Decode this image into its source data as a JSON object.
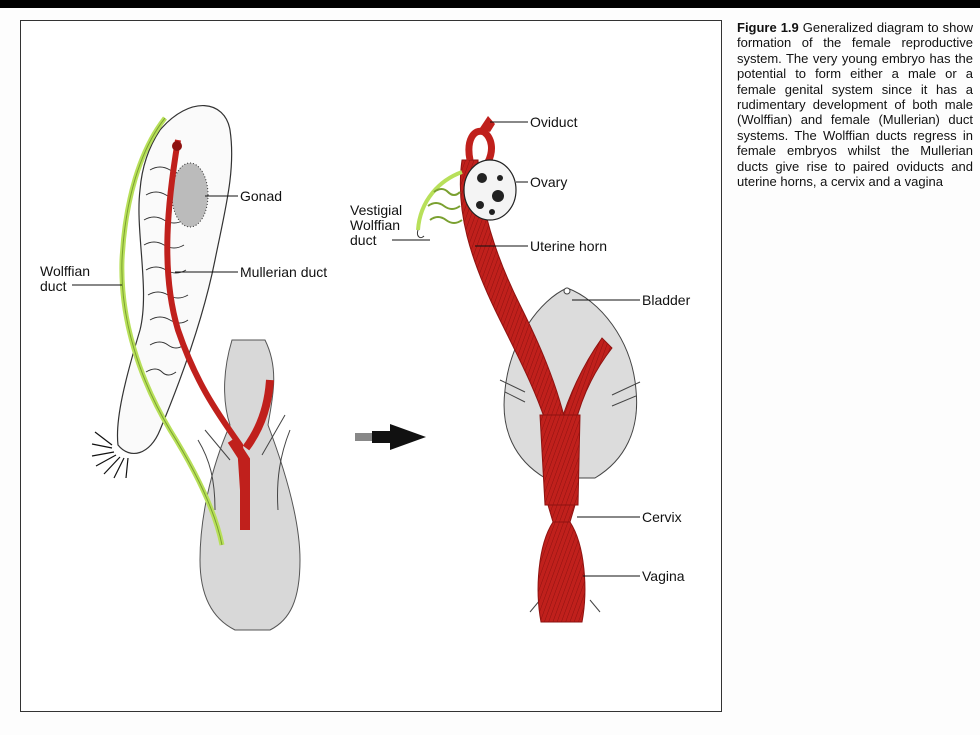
{
  "figure": {
    "number": "Figure 1.9",
    "caption": "Generalized diagram to show formation of the female reproductive system. The very young embryo has the potential to form either a male or a female genital system since it has a rudimentary development of both male (Wolffian) and female (Mullerian) duct systems. The Wolffian ducts regress in female embryos whilst the Mullerian ducts give rise to paired oviducts and uterine horns, a cervix and a vagina"
  },
  "left_labels": {
    "gonad": "Gonad",
    "mullerian_duct": "Mullerian duct",
    "wolffian_line1": "Wolffian",
    "wolffian_line2": "duct"
  },
  "right_labels": {
    "oviduct": "Oviduct",
    "ovary": "Ovary",
    "vestigial_line1": "Vestigial",
    "vestigial_line2": "Wolffian",
    "vestigial_line3": "duct",
    "uterine_horn": "Uterine horn",
    "bladder": "Bladder",
    "cervix": "Cervix",
    "vagina": "Vagina"
  },
  "colors": {
    "mullerian": "#c0201c",
    "wolffian": "#b8e05a",
    "tissue": "#d8d8d8"
  }
}
